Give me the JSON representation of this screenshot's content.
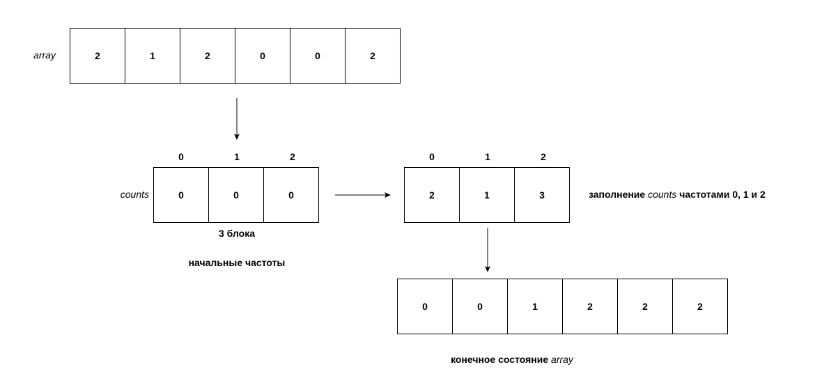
{
  "input_array": {
    "label": "array",
    "cells": [
      "2",
      "1",
      "2",
      "0",
      "0",
      "2"
    ]
  },
  "counts_initial": {
    "label": "counts",
    "indices": [
      "0",
      "1",
      "2"
    ],
    "cells": [
      "0",
      "0",
      "0"
    ],
    "blocks_caption": "3 блока",
    "caption": "начальные частоты"
  },
  "counts_filled": {
    "indices": [
      "0",
      "1",
      "2"
    ],
    "cells": [
      "2",
      "1",
      "3"
    ],
    "caption_prefix": "заполнение",
    "caption_var": "counts",
    "caption_suffix": "частотами 0, 1 и 2"
  },
  "output_array": {
    "cells": [
      "0",
      "0",
      "1",
      "2",
      "2",
      "2"
    ],
    "caption_prefix": "конечное состояние",
    "caption_var": "array"
  }
}
